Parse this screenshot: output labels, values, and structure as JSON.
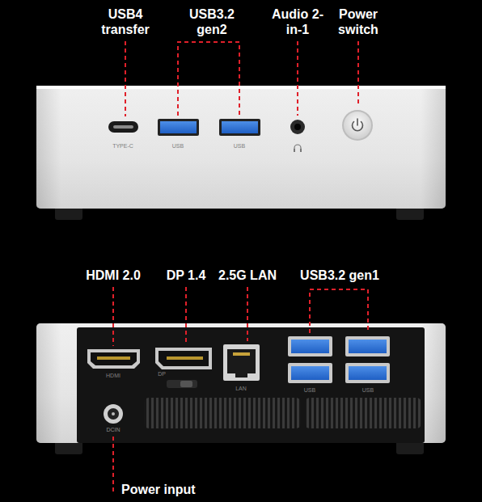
{
  "diagram": {
    "labels": [
      "USB4 transfer",
      "USB3.2 gen2",
      "Audio 2-in-1",
      "Power switch",
      "TYPE-C",
      "USB",
      "USB",
      "HDMI 2.0",
      "DP 1.4",
      "2.5G LAN",
      "USB3.2 gen1",
      "HDMI",
      "DP",
      "LAN",
      "USB",
      "USB",
      "DCIN",
      "Power input"
    ]
  }
}
